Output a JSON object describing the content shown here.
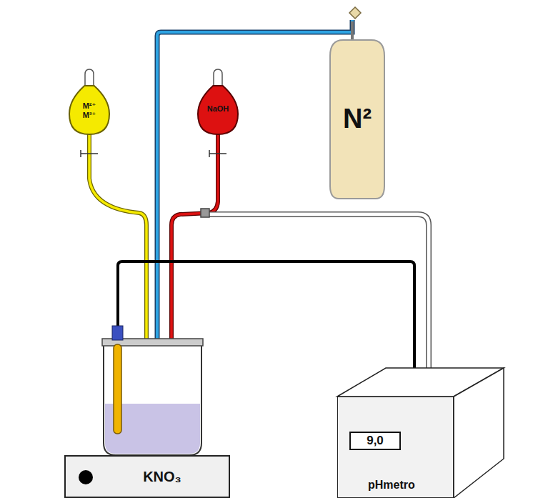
{
  "diagram": {
    "nodes": [
      {
        "text": [
          "M²⁺",
          "M³⁺"
        ]
      },
      {
        "text": [
          "NaOH"
        ]
      },
      {
        "text": [
          "N²"
        ]
      },
      {
        "text": [
          "KNO₃"
        ]
      },
      {
        "text": [
          "pHmetro"
        ]
      },
      {
        "text": [
          "9,0"
        ],
        "in": 4
      }
    ]
  }
}
